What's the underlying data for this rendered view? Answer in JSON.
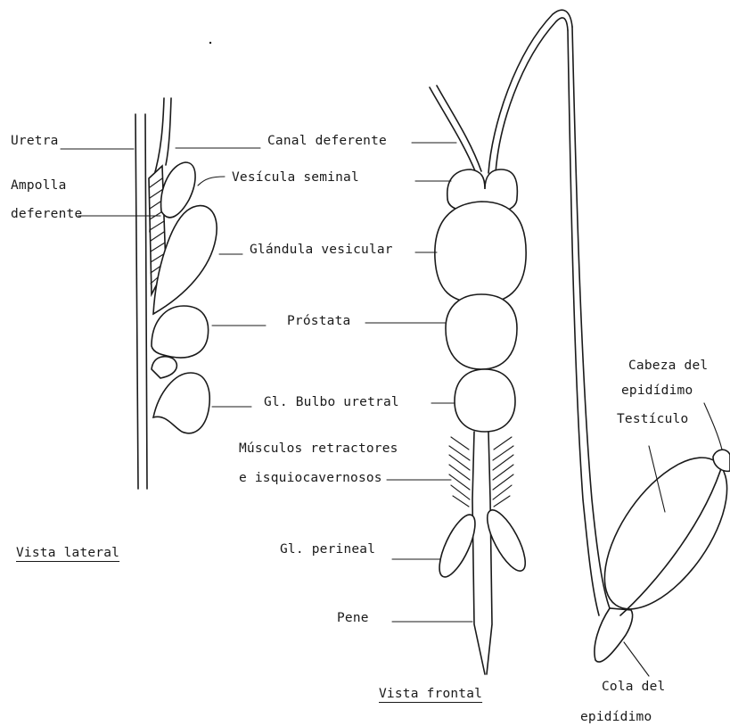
{
  "labels": {
    "uretra": "Uretra",
    "ampolla_1": "Ampolla",
    "ampolla_2": "deferente",
    "canal_deferente": "Canal deferente",
    "vesicula_seminal": "Vesícula seminal",
    "glandula_vesicular": "Glándula vesicular",
    "prostata": "Próstata",
    "gl_bulbo_uretral": "Gl. Bulbo uretral",
    "musculos_1": "Músculos retractores",
    "musculos_2": "e isquiocavernosos",
    "gl_perineal": "Gl. perineal",
    "pene": "Pene",
    "cabeza_1": "Cabeza del",
    "cabeza_2": "epidídimo",
    "testiculo": "Testículo",
    "cola_1": "Cola del",
    "cola_2": "epidídimo"
  },
  "captions": {
    "vista_lateral": "Vista lateral",
    "vista_frontal": "Vista frontal"
  },
  "style": {
    "ink_color": "#1a1a1a",
    "background_color": "#ffffff"
  }
}
